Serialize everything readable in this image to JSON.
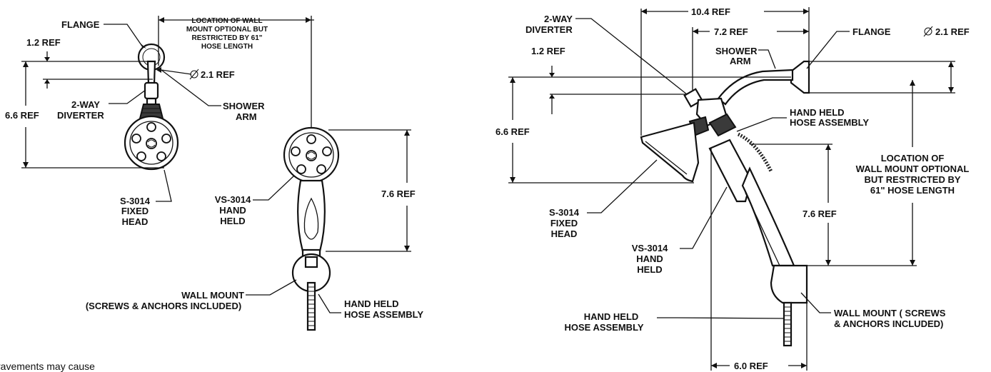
{
  "left_view": {
    "flange": "FLANGE",
    "dim_1_2": "1.2 REF",
    "dim_2_1": "2.1 REF",
    "dim_6_6": "6.6 REF",
    "wall_mount_note": [
      "LOCATION OF WALL",
      "MOUNT OPTIONAL BUT",
      "RESTRICTED BY 61\"",
      "HOSE LENGTH"
    ],
    "diverter": [
      "2-WAY",
      "DIVERTER"
    ],
    "shower_arm": [
      "SHOWER",
      "ARM"
    ],
    "fixed_head": [
      "S-3014",
      "FIXED",
      "HEAD"
    ],
    "hand_held": [
      "VS-3014",
      "HAND",
      "HELD"
    ],
    "dim_7_6": "7.6 REF",
    "wall_mount": [
      "WALL MOUNT",
      "(SCREWS & ANCHORS INCLUDED)"
    ],
    "hose_assembly": [
      "HAND HELD",
      "HOSE ASSEMBLY"
    ]
  },
  "right_view": {
    "dim_10_4": "10.4 REF",
    "dim_7_2": "7.2 REF",
    "diverter": [
      "2-WAY",
      "DIVERTER"
    ],
    "flange": "FLANGE",
    "dim_2_1": "2.1 REF",
    "dim_1_2": "1.2 REF",
    "shower_arm": [
      "SHOWER",
      "ARM"
    ],
    "dim_6_6": "6.6 REF",
    "hose_assembly_top": [
      "HAND HELD",
      "HOSE ASSEMBLY"
    ],
    "wall_mount_note": [
      "LOCATION OF",
      "WALL MOUNT OPTIONAL",
      "BUT RESTRICTED BY",
      "61\" HOSE LENGTH"
    ],
    "fixed_head": [
      "S-3014",
      "FIXED",
      "HEAD"
    ],
    "hand_held": [
      "VS-3014",
      "HAND",
      "HELD"
    ],
    "dim_7_6": "7.6 REF",
    "hose_assembly_bottom": [
      "HAND HELD",
      "HOSE ASSEMBLY"
    ],
    "wall_mount": [
      "WALL MOUNT ( SCREWS",
      "& ANCHORS INCLUDED)"
    ],
    "dim_6_0": "6.0 REF"
  },
  "footer_text": "ravements may cause"
}
